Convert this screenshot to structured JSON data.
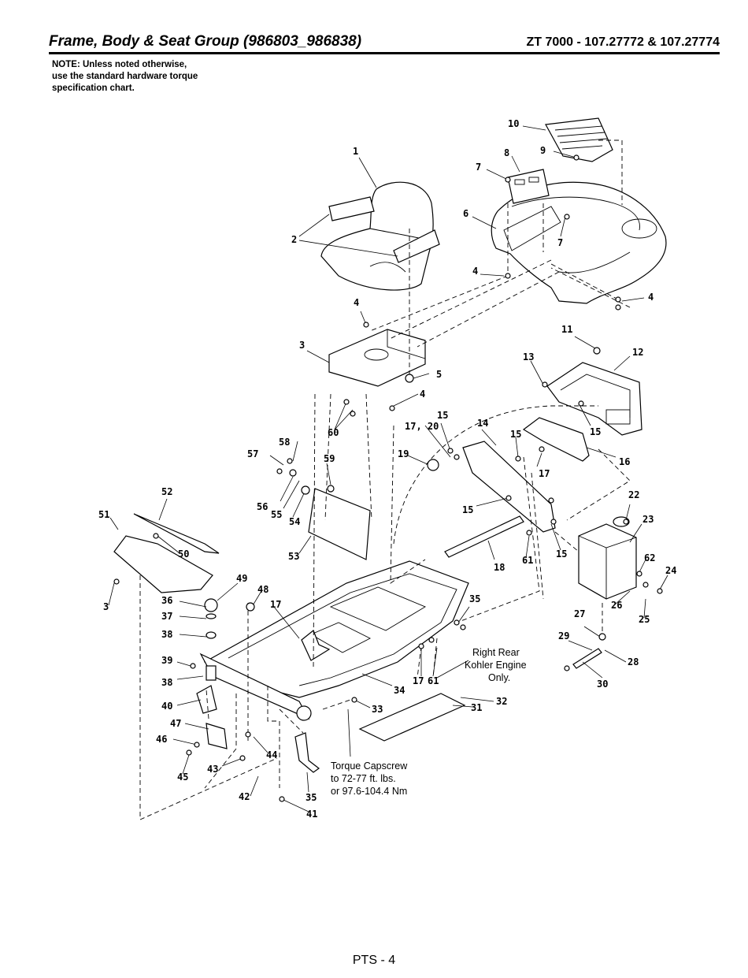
{
  "header": {
    "title": "Frame, Body & Seat Group (986803_986838)",
    "model": "ZT 7000 - 107.27772 & 107.27774"
  },
  "note": {
    "line1": "NOTE: Unless noted otherwise,",
    "line2": "use the standard hardware torque",
    "line3": "specification chart."
  },
  "callouts": {
    "kohler": {
      "line1": "Right Rear",
      "line2": "Kohler Engine",
      "line3": "Only."
    },
    "torque": {
      "line1": "Torque Capscrew",
      "line2": "to 72-77 ft. lbs.",
      "line3": "or 97.6-104.4 Nm"
    }
  },
  "parts": {
    "p1": "1",
    "p2": "2",
    "p3a": "3",
    "p3b": "3",
    "p4a": "4",
    "p4b": "4",
    "p4c": "4",
    "p4d": "4",
    "p5": "5",
    "p6": "6",
    "p7a": "7",
    "p7b": "7",
    "p8": "8",
    "p9": "9",
    "p10": "10",
    "p11": "11",
    "p12": "12",
    "p13": "13",
    "p14": "14",
    "p15a": "15",
    "p15b": "15",
    "p15c": "15",
    "p15d": "15",
    "p15e": "15",
    "p16": "16",
    "p17a": "17",
    "p17b": "17",
    "p17c": "17",
    "p1720": "17, 20",
    "p18": "18",
    "p19": "19",
    "p22": "22",
    "p23": "23",
    "p24": "24",
    "p25": "25",
    "p26": "26",
    "p27": "27",
    "p28": "28",
    "p29": "29",
    "p30": "30",
    "p31": "31",
    "p32": "32",
    "p33": "33",
    "p34": "34",
    "p35a": "35",
    "p35b": "35",
    "p36": "36",
    "p37": "37",
    "p38a": "38",
    "p38b": "38",
    "p39": "39",
    "p40": "40",
    "p41": "41",
    "p42": "42",
    "p43": "43",
    "p44": "44",
    "p45": "45",
    "p46": "46",
    "p47": "47",
    "p48": "48",
    "p49": "49",
    "p50": "50",
    "p51": "51",
    "p52": "52",
    "p53": "53",
    "p54": "54",
    "p55": "55",
    "p56": "56",
    "p57": "57",
    "p58": "58",
    "p59": "59",
    "p60": "60",
    "p61a": "61",
    "p61b": "61",
    "p62": "62"
  },
  "footer": {
    "page": "PTS - 4"
  }
}
